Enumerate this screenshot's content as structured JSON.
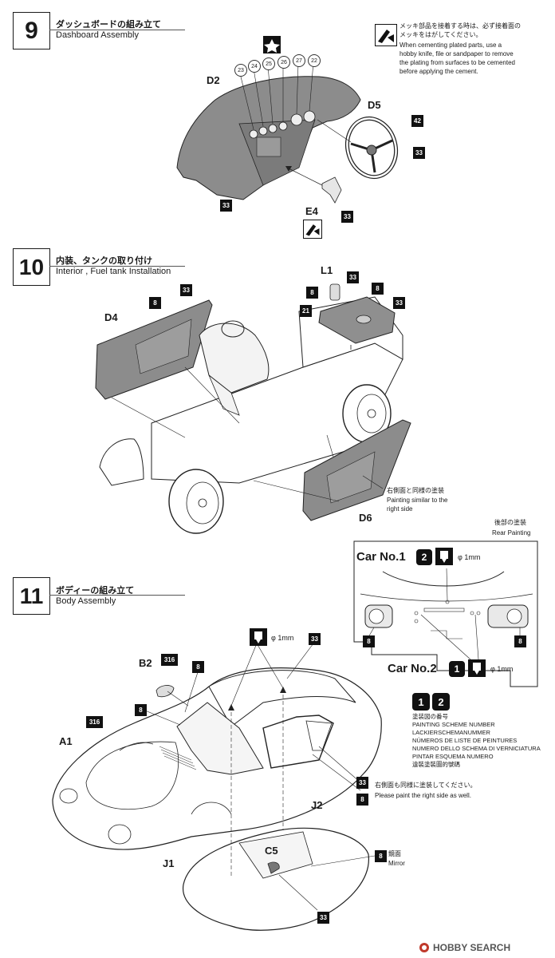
{
  "steps": [
    {
      "number": "9",
      "title_jp": "ダッシュボードの組み立て",
      "title_en": "Dashboard Assembly"
    },
    {
      "number": "10",
      "title_jp": "内装、タンクの取り付け",
      "title_en": "Interior , Fuel tank Installation"
    },
    {
      "number": "11",
      "title_jp": "ボディーの組み立て",
      "title_en": "Body Assembly"
    }
  ],
  "plating_note": {
    "jp": [
      "メッキ部品を接着する時は、必ず接着面の",
      "メッキをはがしてください。"
    ],
    "en": [
      "When cementing plated parts, use a",
      "hobby knife, file or sandpaper to remove",
      "the plating from surfaces to be cemented",
      "before applying the cement."
    ]
  },
  "step9": {
    "parts": [
      "D2",
      "D5",
      "E4"
    ],
    "gauge_numbers": [
      "23",
      "24",
      "25",
      "26",
      "27",
      "22"
    ],
    "paint_codes": [
      "42",
      "33",
      "33",
      "33"
    ]
  },
  "step10": {
    "parts": [
      "D4",
      "L1",
      "D6"
    ],
    "paint_codes": [
      "33",
      "8",
      "33",
      "8",
      "21",
      "8",
      "33"
    ],
    "side_note_jp": "右側面と同様の塗装",
    "side_note_en": [
      "Painting similar to the",
      "right side"
    ]
  },
  "rear_painting": {
    "title_jp": "後部の塗装",
    "title_en": "Rear Painting",
    "car1_label": "Car No.1",
    "car1_scheme": "2",
    "car2_label": "Car No.2",
    "car2_scheme": "1",
    "drill_size": "φ 1mm",
    "paint_codes": [
      "8",
      "8"
    ]
  },
  "step11": {
    "parts": [
      "B2",
      "A1",
      "J2",
      "J1",
      "C5"
    ],
    "paint_codes": [
      "316",
      "316",
      "8",
      "8",
      "33",
      "33",
      "8",
      "8",
      "33"
    ],
    "drill_size": "φ 1mm",
    "right_side_note_jp": "右側面も同様に塗装してください。",
    "right_side_note_en": "Please paint the right side as well.",
    "mirror_jp": "鏡面",
    "mirror_en": "Mirror"
  },
  "scheme_legend": {
    "numbers": [
      "1",
      "2"
    ],
    "lines": [
      "塗装図の番号",
      "PAINTING SCHEME NUMBER",
      "LACKIERSCHEMANUMMER",
      "NÚMEROS DE LISTE DE PEINTURES",
      "NUMERO DELLO SCHEMA DI VERNICIATURA",
      "PINTAR ESQUEMA NUMERO",
      "違裝塗裝圖的號碼"
    ]
  },
  "footer": {
    "brand": "HOBBY SEARCH"
  }
}
